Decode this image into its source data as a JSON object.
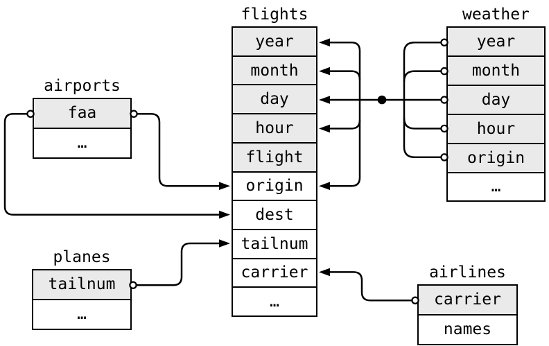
{
  "colors": {
    "shaded_row": "#eaeaea",
    "plain_row": "#ffffff",
    "line": "#000000",
    "background": "#ffffff"
  },
  "ellipsis": "…",
  "tables": {
    "flights": {
      "title": "flights",
      "rows": [
        {
          "label": "year",
          "shaded": true
        },
        {
          "label": "month",
          "shaded": true
        },
        {
          "label": "day",
          "shaded": true
        },
        {
          "label": "hour",
          "shaded": true
        },
        {
          "label": "flight",
          "shaded": true
        },
        {
          "label": "origin",
          "shaded": false
        },
        {
          "label": "dest",
          "shaded": false
        },
        {
          "label": "tailnum",
          "shaded": false
        },
        {
          "label": "carrier",
          "shaded": false
        },
        {
          "label": "…",
          "shaded": false
        }
      ]
    },
    "weather": {
      "title": "weather",
      "rows": [
        {
          "label": "year",
          "shaded": true
        },
        {
          "label": "month",
          "shaded": true
        },
        {
          "label": "day",
          "shaded": true
        },
        {
          "label": "hour",
          "shaded": true
        },
        {
          "label": "origin",
          "shaded": true
        },
        {
          "label": "…",
          "shaded": false
        }
      ]
    },
    "airports": {
      "title": "airports",
      "rows": [
        {
          "label": "faa",
          "shaded": true
        },
        {
          "label": "…",
          "shaded": false
        }
      ]
    },
    "planes": {
      "title": "planes",
      "rows": [
        {
          "label": "tailnum",
          "shaded": true
        },
        {
          "label": "…",
          "shaded": false
        }
      ]
    },
    "airlines": {
      "title": "airlines",
      "rows": [
        {
          "label": "carrier",
          "shaded": true
        },
        {
          "label": "names",
          "shaded": false
        }
      ]
    }
  },
  "relations": [
    {
      "from": "weather (year, month, day, hour, origin)",
      "to": "flights (year, month, day, hour, origin)"
    },
    {
      "from": "airports (faa)",
      "to": "flights (origin)"
    },
    {
      "from": "airports (faa)",
      "to": "flights (dest)"
    },
    {
      "from": "planes (tailnum)",
      "to": "flights (tailnum)"
    },
    {
      "from": "airlines (carrier)",
      "to": "flights (carrier)"
    }
  ]
}
